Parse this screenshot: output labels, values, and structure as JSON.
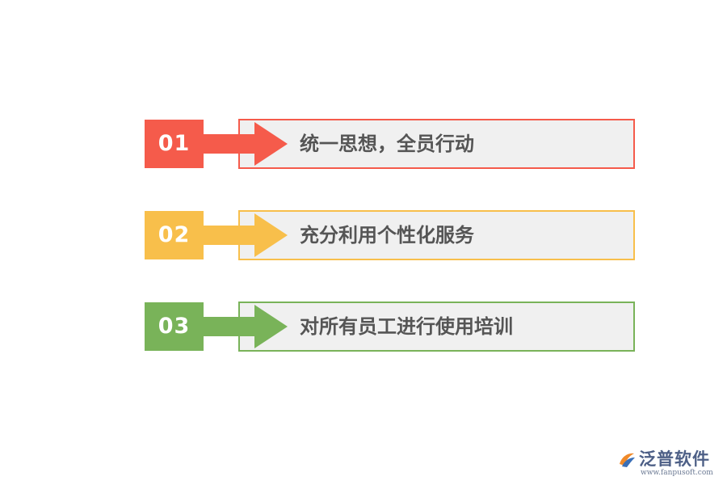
{
  "steps": [
    {
      "number": "01",
      "text": "统一思想，全员行动",
      "color": "#f55b4b"
    },
    {
      "number": "02",
      "text": "充分利用个性化服务",
      "color": "#f8bf4b"
    },
    {
      "number": "03",
      "text": "对所有员工进行使用培训",
      "color": "#79b359"
    }
  ],
  "logo": {
    "name": "泛普软件",
    "url": "www.fanpusoft.com",
    "icon": "fanpu-logo-icon",
    "colors": {
      "text": "#4d5f86",
      "mark_orange": "#f08a2a",
      "mark_blue": "#3a6fb7"
    }
  }
}
